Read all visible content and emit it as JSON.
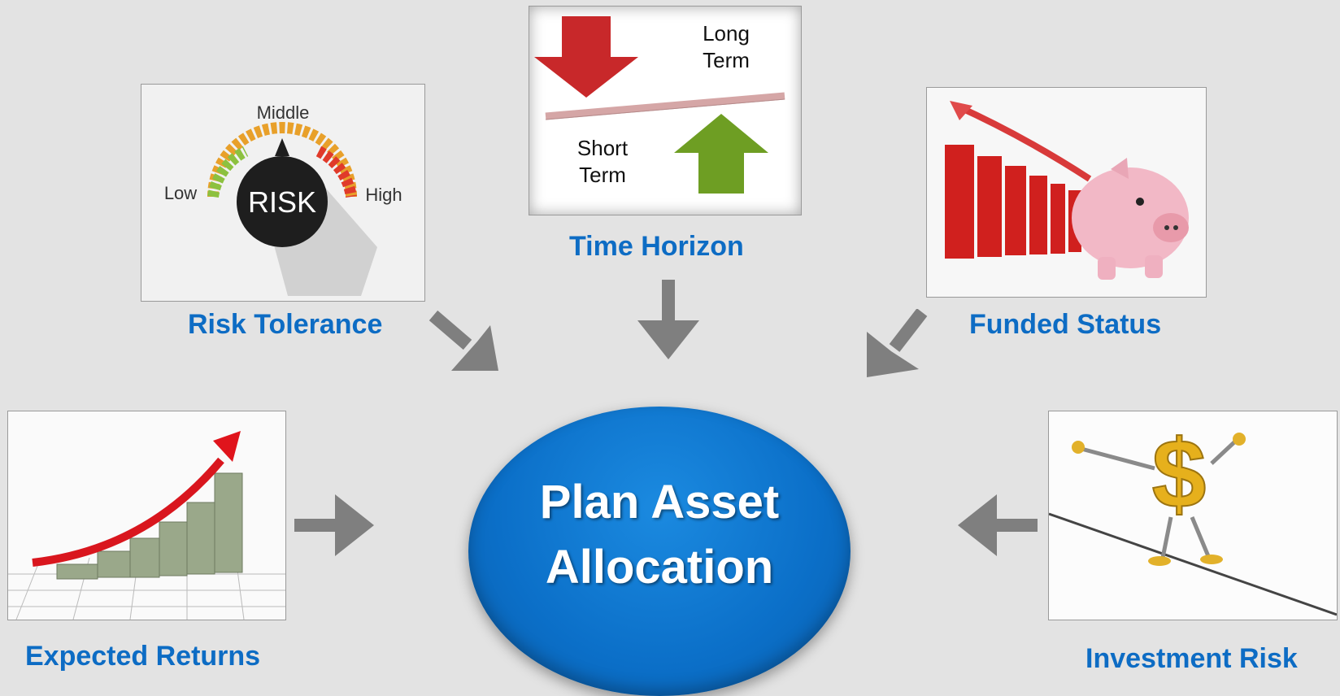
{
  "center": {
    "line1": "Plan Asset",
    "line2": "Allocation"
  },
  "factors": {
    "time_horizon": {
      "label": "Time Horizon",
      "long": [
        "Long",
        "Term"
      ],
      "short": [
        "Short",
        "Term"
      ]
    },
    "risk_tolerance": {
      "label": "Risk Tolerance",
      "low": "Low",
      "middle": "Middle",
      "high": "High",
      "knob": "RISK"
    },
    "funded_status": {
      "label": "Funded Status"
    },
    "expected_returns": {
      "label": "Expected Returns"
    },
    "investment_risk": {
      "label": "Investment Risk"
    }
  },
  "colors": {
    "label_blue": "#0d6cc4",
    "center_blue": "#0b6fc8",
    "arrow_gray": "#7f7f7f",
    "background": "#e3e3e3"
  }
}
